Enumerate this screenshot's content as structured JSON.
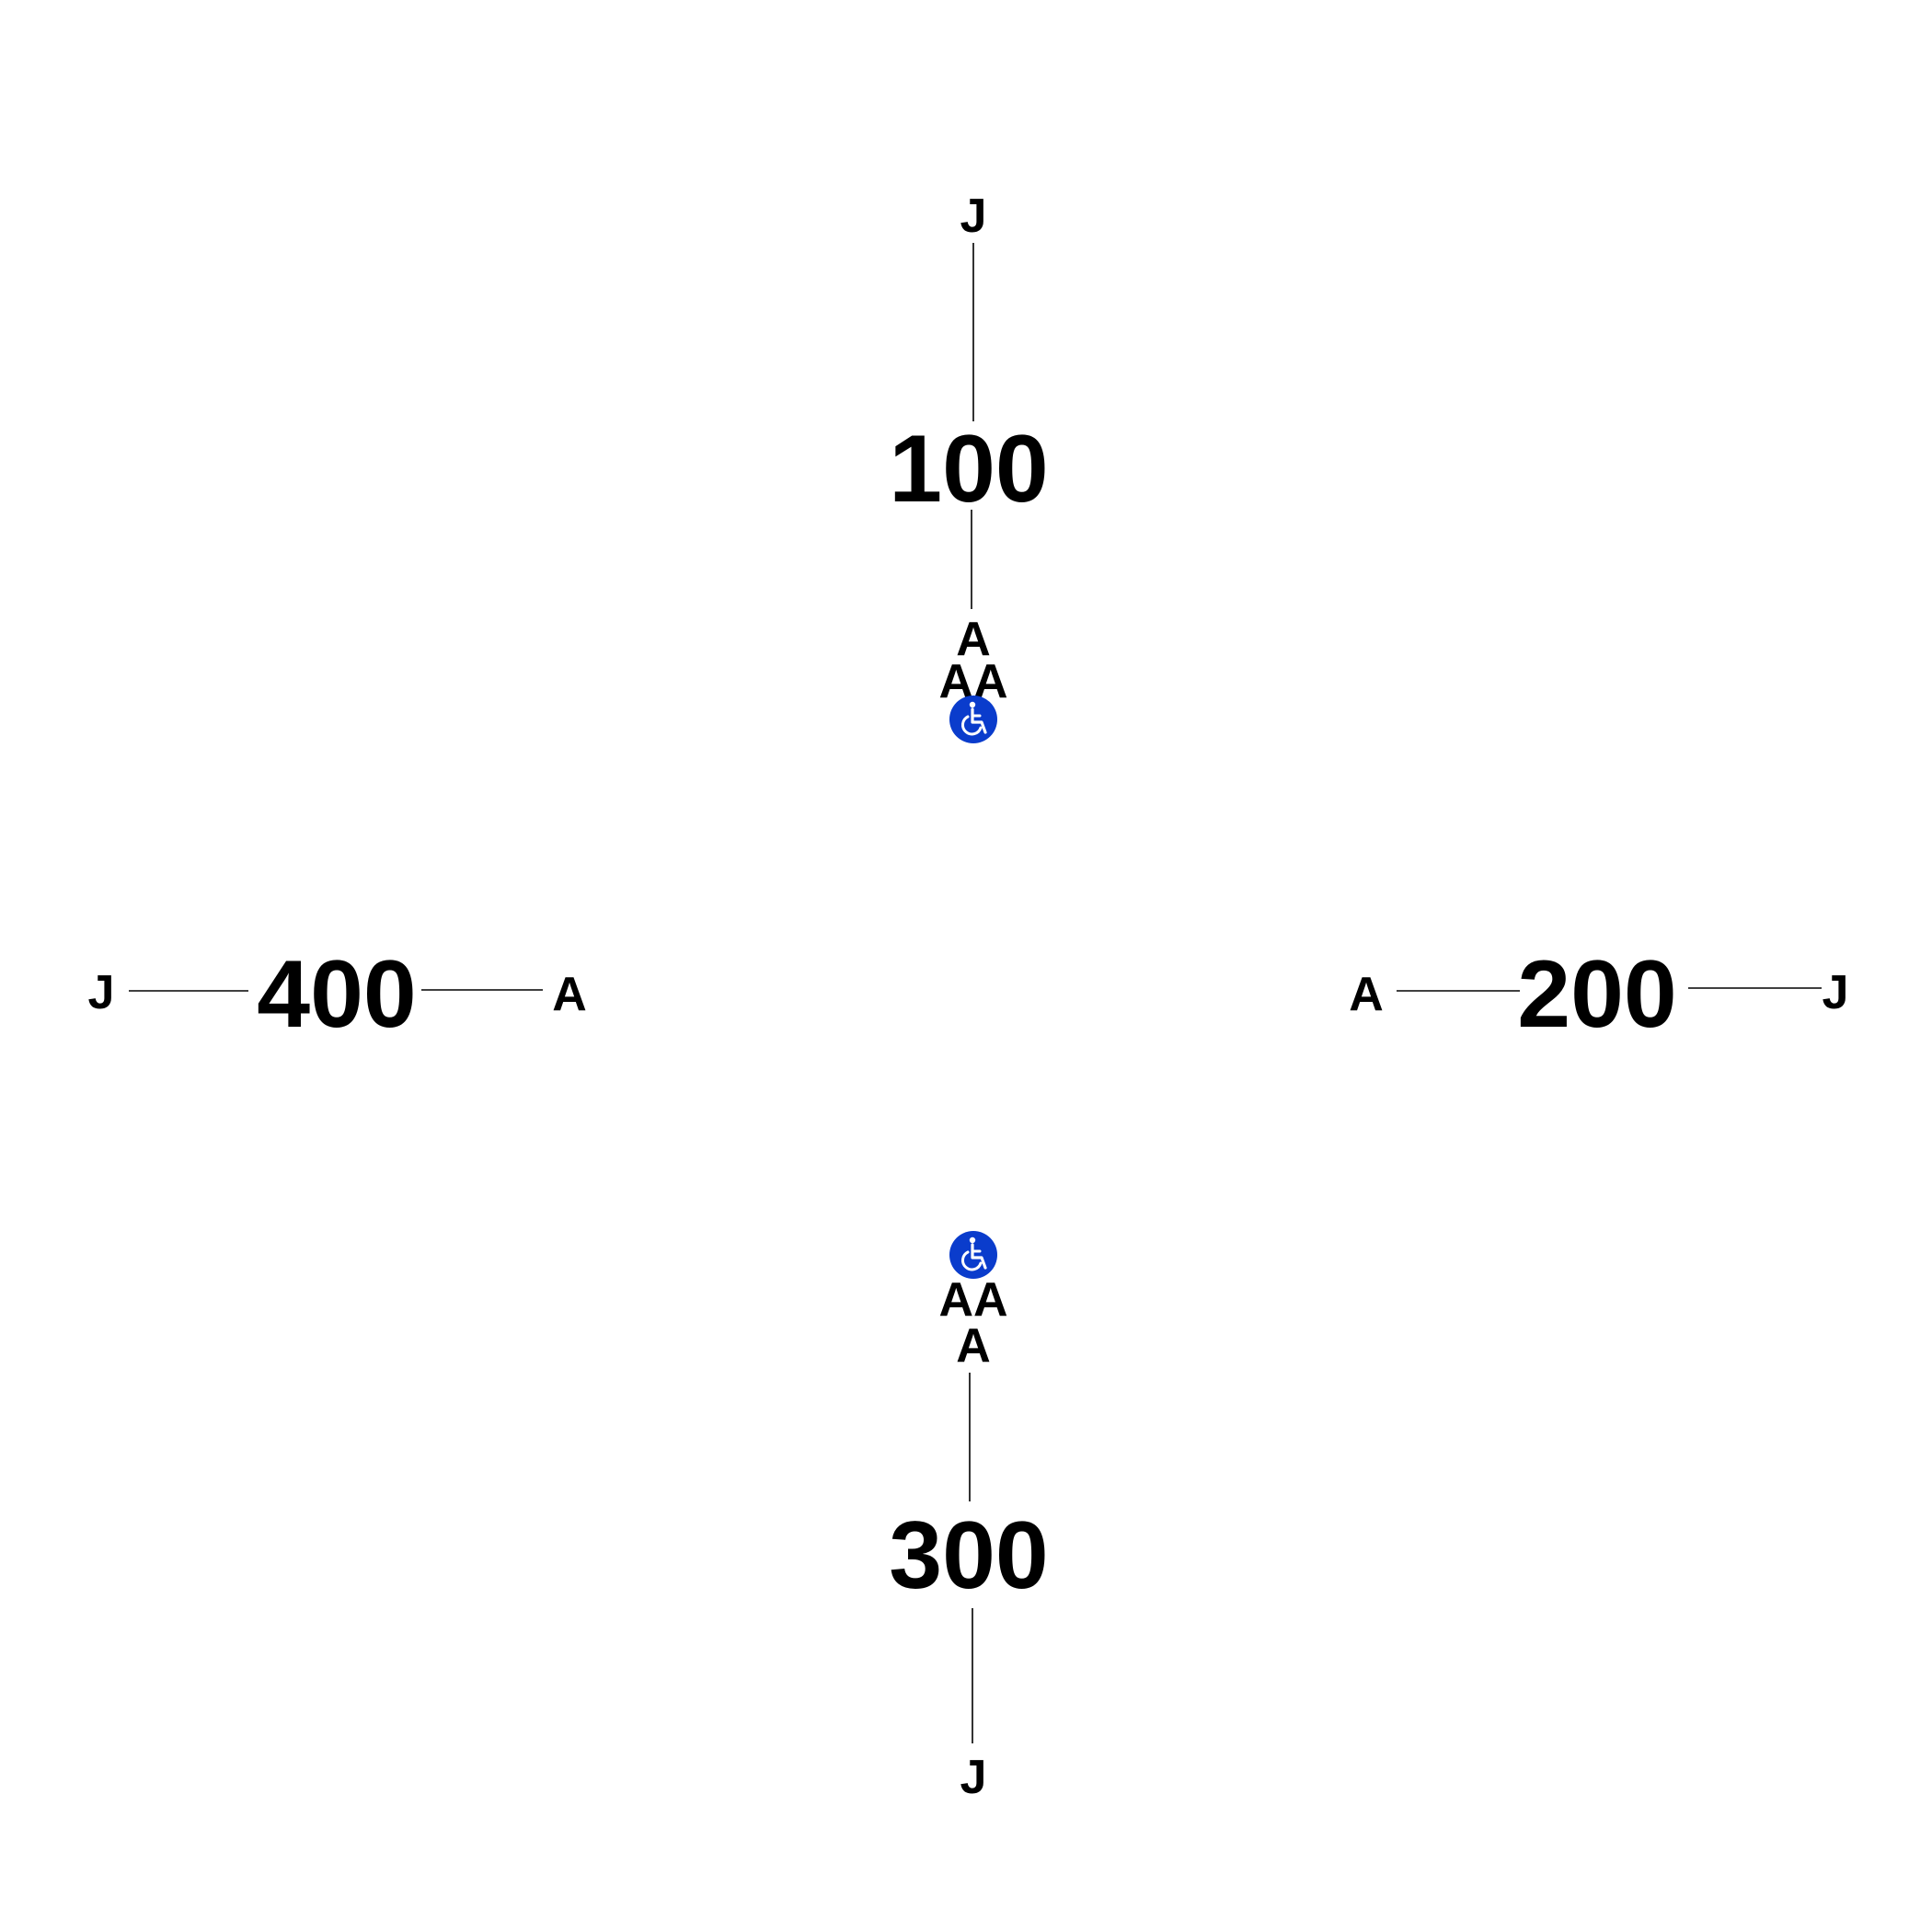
{
  "colors": {
    "line": "#000000",
    "text": "#000000",
    "accessibility": "#0a3ccc"
  },
  "stations": {
    "top": {
      "number": "100",
      "far_end": "J",
      "near_stack": [
        "A",
        "AA"
      ],
      "icon": "wheelchair-icon"
    },
    "right": {
      "number": "200",
      "near_end": "A",
      "far_end": "J"
    },
    "bottom": {
      "number": "300",
      "near_stack": [
        "AA",
        "A"
      ],
      "far_end": "J",
      "icon": "wheelchair-icon"
    },
    "left": {
      "number": "400",
      "far_end": "J",
      "near_end": "A"
    }
  }
}
